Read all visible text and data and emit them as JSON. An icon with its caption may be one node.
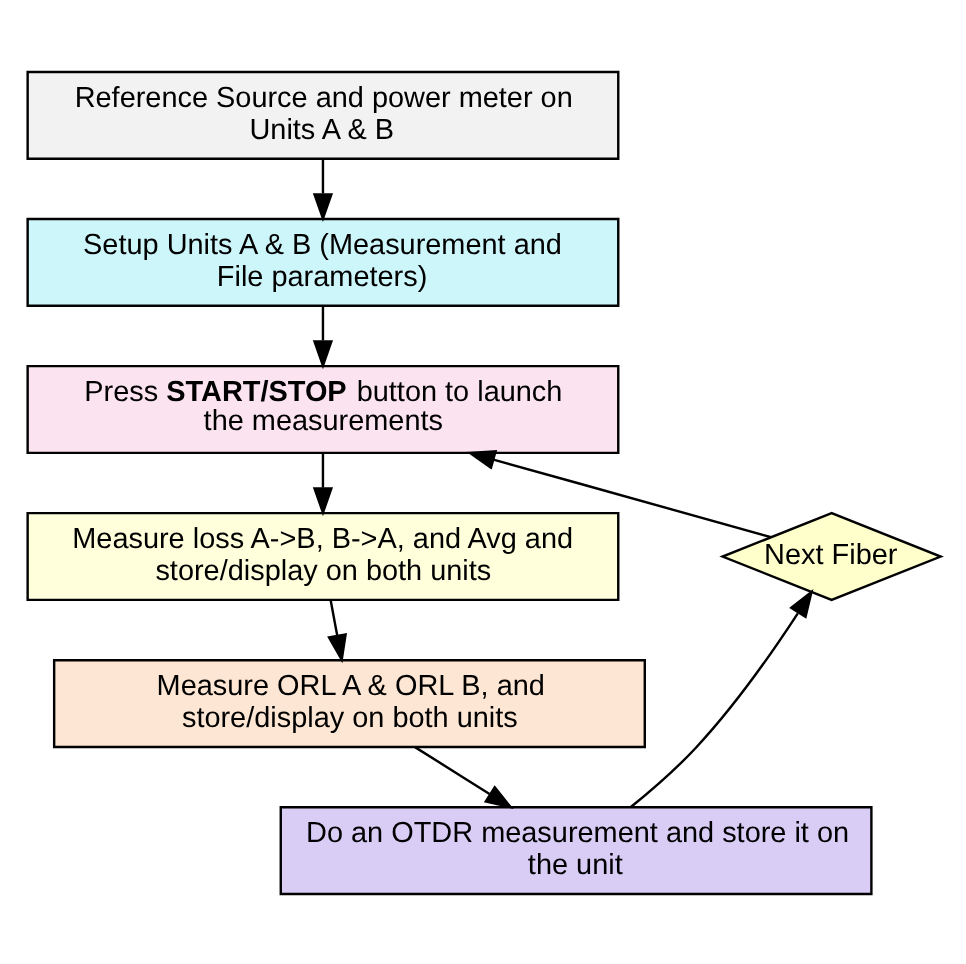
{
  "diagram": {
    "nodes": [
      {
        "text": [
          "Reference Source and power meter on Units A & B"
        ]
      },
      {
        "text": [
          "Setup Units A & B (Measurement and File parameters)"
        ]
      },
      {
        "text": [
          "Press **START/STOP** button to launch the measurements"
        ]
      },
      {
        "text": [
          "Measure loss A->B, B->A, and Avg and store/display on both units"
        ]
      },
      {
        "text": [
          "Measure ORL A & ORL B, and store/display on both units"
        ]
      },
      {
        "text": [
          "Do an OTDR measurement and store it on the unit"
        ]
      },
      {
        "text": [
          "Next Fiber"
        ]
      }
    ],
    "edges": [
      {
        "from": 0,
        "to": 1,
        "arrow": "to"
      },
      {
        "from": 1,
        "to": 2,
        "arrow": "to"
      },
      {
        "from": 2,
        "to": 3,
        "arrow": "to"
      },
      {
        "from": 3,
        "to": 4,
        "arrow": "to"
      },
      {
        "from": 4,
        "to": 5,
        "arrow": "to"
      },
      {
        "from": 5,
        "to": 6,
        "arrow": "to"
      },
      {
        "from": 6,
        "to": 2,
        "arrow": "to"
      }
    ]
  }
}
